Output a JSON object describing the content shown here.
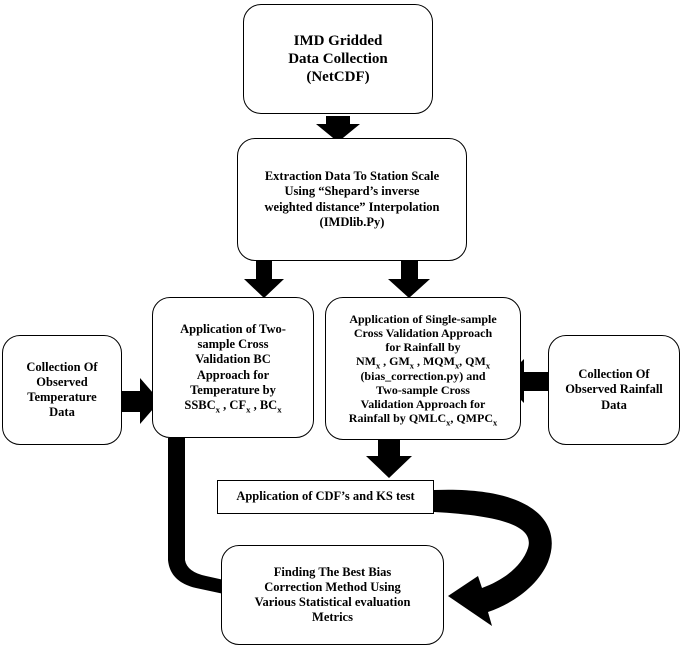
{
  "nodes": {
    "imd_gridded": "IMD Gridded\nData Collection\n(NetCDF)",
    "extraction": "Extraction Data To Station Scale\nUsing “Shepard’s inverse\nweighted distance” Interpolation\n(IMDlib.Py)",
    "temp_bc_line1": "Application of Two-\nsample Cross\nValidation BC\nApproach for\nTemperature  by",
    "temp_bc_methods": [
      "SSBC",
      "CF",
      "BC"
    ],
    "method_subscript": "x",
    "rain_bc_line1": "Application of Single-sample\nCross Validation Approach\nfor Rainfall by",
    "rain_bc_methods": [
      "NM",
      "GM",
      "MQM",
      "QM"
    ],
    "rain_bc_line2": "(bias_correction.py) and\nTwo-sample Cross\nValidation Approach  for\nRainfall by",
    "rain_bc_methods2": [
      "QMLC",
      "QMPC"
    ],
    "observed_temp": "Collection Of\nObserved\nTemperature\nData",
    "observed_rain": "Collection Of\nObserved Rainfall\nData",
    "cdf_ks": "Application of CDF’s and KS test",
    "best_method": "Finding The Best Bias\nCorrection Method Using\nVarious Statistical  evaluation\nMetrics"
  },
  "colors": {
    "arrow": "#000000",
    "border": "#000000",
    "background": "#ffffff"
  }
}
